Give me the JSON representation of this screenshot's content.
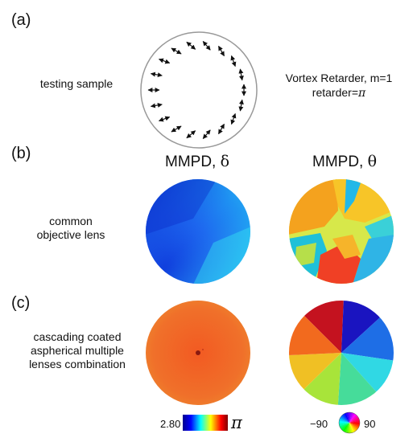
{
  "panels": {
    "a": {
      "label": "(a)",
      "row_label": "testing sample",
      "annotation_line1": "Vortex Retarder, m=1",
      "annotation_line2_prefix": "retarder=",
      "annotation_line2_symbol": "π"
    },
    "b": {
      "label": "(b)",
      "row_label_line1": "common",
      "row_label_line2": "objective lens"
    },
    "c": {
      "label": "(c)",
      "row_label_line1": "cascading coated",
      "row_label_line2": "aspherical multiple",
      "row_label_line3": "lenses combination"
    }
  },
  "columns": {
    "delta": {
      "title": "MMPD, ",
      "symbol": "δ"
    },
    "theta": {
      "title": "MMPD, ",
      "symbol": "θ"
    }
  },
  "colorbars": {
    "delta": {
      "min_label": "2.80",
      "max_label": "π"
    },
    "theta": {
      "min_label": "−90",
      "max_label": "90"
    }
  },
  "colors": {
    "jet": [
      "#00008f",
      "#0000ff",
      "#00ffff",
      "#ffff00",
      "#ff0000",
      "#800000"
    ],
    "sample_outline": "#999999"
  }
}
